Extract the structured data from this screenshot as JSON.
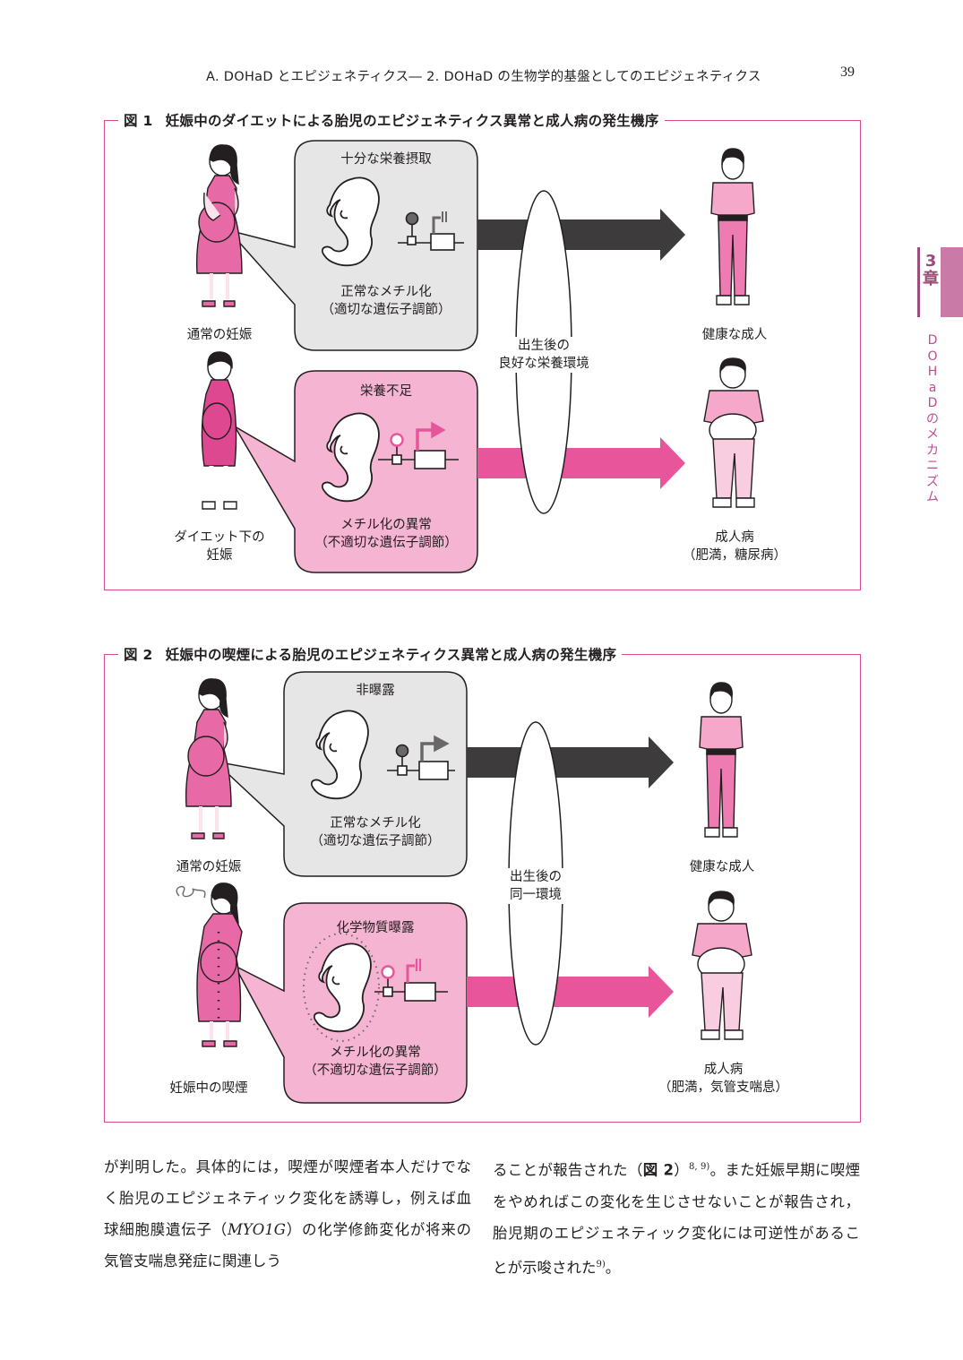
{
  "header": {
    "running_title": "A. DOHaD とエピジェネティクス― 2. DOHaD の生物学的基盤としてのエピジェネティクス",
    "page_number": "39"
  },
  "chapter_tab": {
    "number": "3",
    "label": "章",
    "side_title": "DOHaDのメカニズム"
  },
  "fig1": {
    "num": "図 1",
    "title": "妊娠中のダイエットによる胎児のエピジェネティクス異常と成人病の発生機序",
    "top_bubble_title": "十分な栄養摂取",
    "top_bubble_caption_1": "正常なメチル化",
    "top_bubble_caption_2": "（適切な遺伝子調節）",
    "bottom_bubble_title": "栄養不足",
    "bottom_bubble_caption_1": "メチル化の異常",
    "bottom_bubble_caption_2": "（不適切な遺伝子調節）",
    "mother_top": "通常の妊娠",
    "mother_bottom_1": "ダイエット下の",
    "mother_bottom_2": "妊娠",
    "environment_1": "出生後の",
    "environment_2": "良好な栄養環境",
    "adult_top": "健康な成人",
    "adult_bottom_1": "成人病",
    "adult_bottom_2": "（肥満，糖尿病）"
  },
  "fig2": {
    "num": "図 2",
    "title": "妊娠中の喫煙による胎児のエピジェネティクス異常と成人病の発生機序",
    "top_bubble_title": "非曝露",
    "top_bubble_caption_1": "正常なメチル化",
    "top_bubble_caption_2": "（適切な遺伝子調節）",
    "bottom_bubble_title": "化学物質曝露",
    "bottom_bubble_caption_1": "メチル化の異常",
    "bottom_bubble_caption_2": "（不適切な遺伝子調節）",
    "mother_top": "通常の妊娠",
    "mother_bottom": "妊娠中の喫煙",
    "environment_1": "出生後の",
    "environment_2": "同一環境",
    "adult_top": "健康な成人",
    "adult_bottom_1": "成人病",
    "adult_bottom_2": "（肥満，気管支喘息）"
  },
  "body": {
    "left_1": "が判明した。具体的には，喫煙が喫煙者本人だけでなく胎児のエピジェネティック変化を誘導し，例えば血球細胞膜遺伝子（",
    "left_gene": "MYO1G",
    "left_2": "）の化学修飾変化が将来の気管支喘息発症に関連しう",
    "right_1": "ることが報告された（",
    "right_figref": "図 2",
    "right_2": "）",
    "right_ref1": "8, 9)",
    "right_3": "。また妊娠早期に喫煙をやめればこの変化を生じさせないことが報告され，胎児期のエピジェネティック変化には可逆性があることが示唆された",
    "right_ref2": "9)",
    "right_4": "。"
  },
  "colors": {
    "frame_pink": "#d34b93",
    "bubble_gray": "#e7e6e6",
    "bubble_pink": "#f5b4d2",
    "arrow_dark": "#3d3b3c",
    "arrow_pink": "#e8559a",
    "dress_pink": "#e76aa7",
    "dress_hot": "#dd4890",
    "shirt_pink": "#f5a8c9",
    "chapter_mauve": "#c97aa6"
  }
}
